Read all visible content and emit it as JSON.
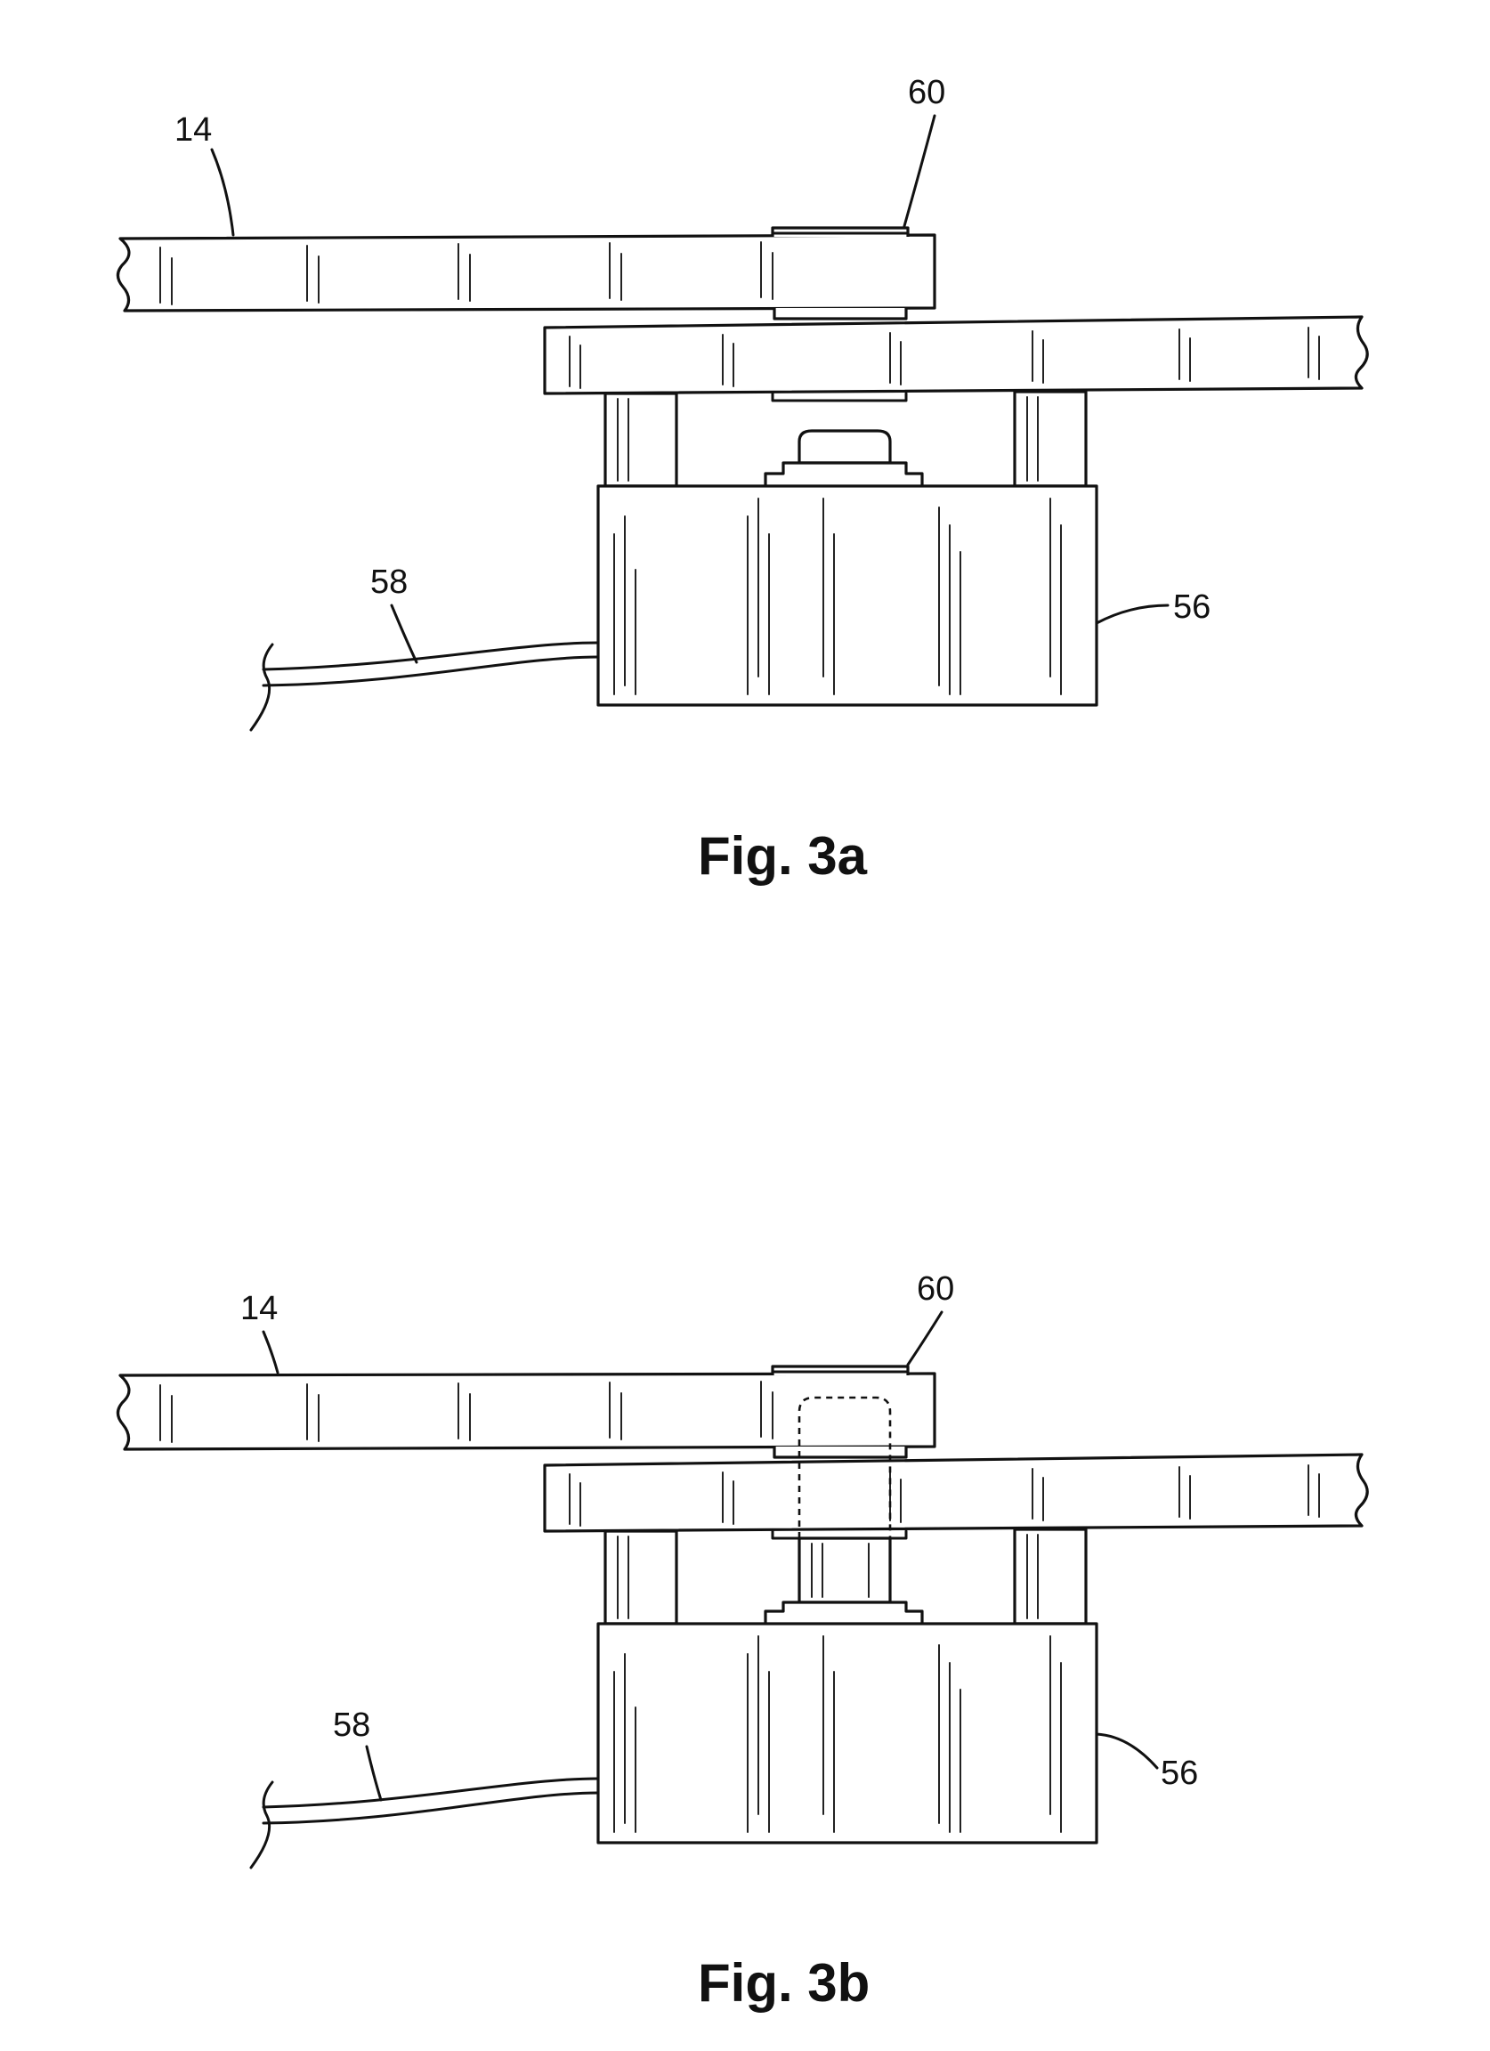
{
  "figures": [
    {
      "caption": "Fig. 3a",
      "labels": {
        "plate_14": "14",
        "stop_60": "60",
        "cable_58": "58",
        "switch_56": "56"
      }
    },
    {
      "caption": "Fig. 3b",
      "labels": {
        "plate_14": "14",
        "stop_60": "60",
        "cable_58": "58",
        "switch_56": "56"
      }
    }
  ]
}
